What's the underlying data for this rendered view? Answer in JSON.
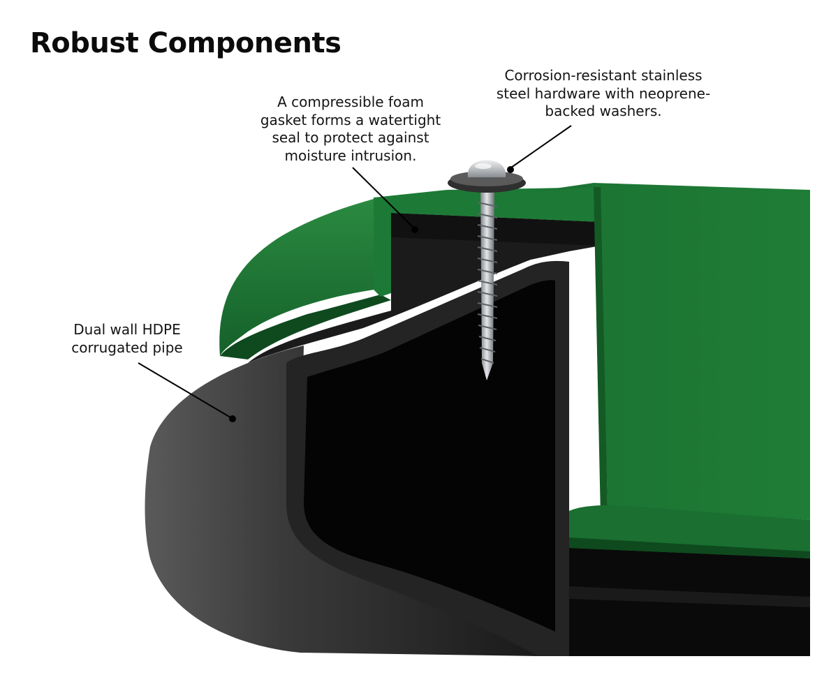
{
  "title": "Robust Components",
  "callouts": {
    "gasket": {
      "lines": [
        "A compressible foam",
        "gasket forms a watertight",
        "seal to protect against",
        "moisture intrusion."
      ]
    },
    "hardware": {
      "lines": [
        "Corrosion-resistant stainless",
        "steel hardware with neoprene-",
        "backed washers."
      ]
    },
    "pipe": {
      "lines": [
        "Dual wall HDPE",
        "corrugated pipe"
      ]
    }
  },
  "colors": {
    "background": "#ffffff",
    "lid_green": "#1f7a35",
    "lid_green_dark": "#145a25",
    "foam_gasket": "#1c1c1c",
    "pipe_wall": "#2a2a2a",
    "pipe_interior": "#050505",
    "screw_steel": "#b9bcc0",
    "washer": "#3a3a3a",
    "leader_line": "#000000"
  }
}
